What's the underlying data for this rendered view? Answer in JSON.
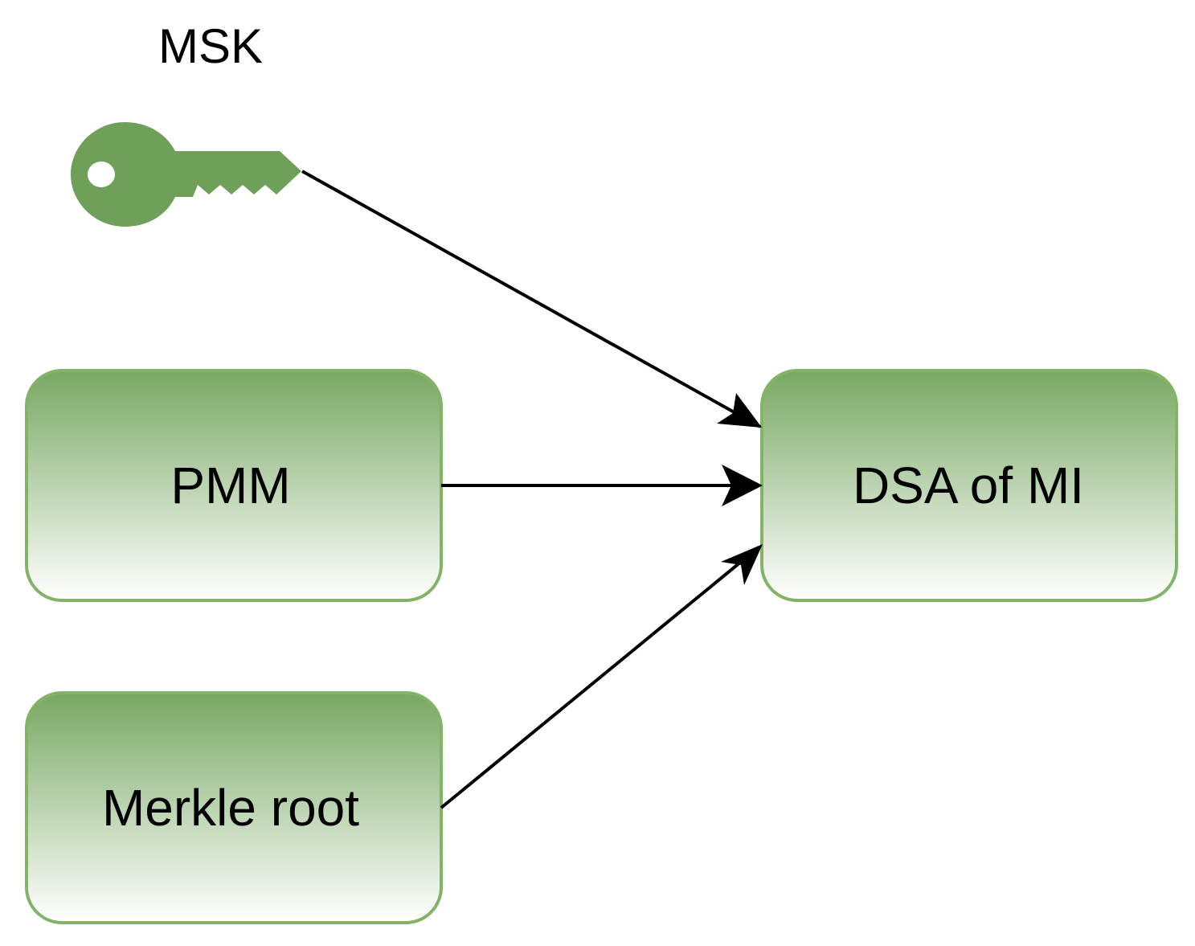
{
  "diagram": {
    "key": {
      "label": "MSK",
      "icon": "key-icon",
      "color": "#6fa05a"
    },
    "nodes": {
      "pmm": {
        "label": "PMM"
      },
      "merkle_root": {
        "label": "Merkle root"
      },
      "dsa": {
        "label": "DSA of MI"
      }
    },
    "edges": [
      {
        "from": "MSK",
        "to": "DSA of MI"
      },
      {
        "from": "PMM",
        "to": "DSA of MI"
      },
      {
        "from": "Merkle root",
        "to": "DSA of MI"
      }
    ],
    "colors": {
      "box_top": "#78a862",
      "box_bottom": "#ffffff",
      "box_border": "#82b366",
      "arrow": "#000000"
    }
  }
}
